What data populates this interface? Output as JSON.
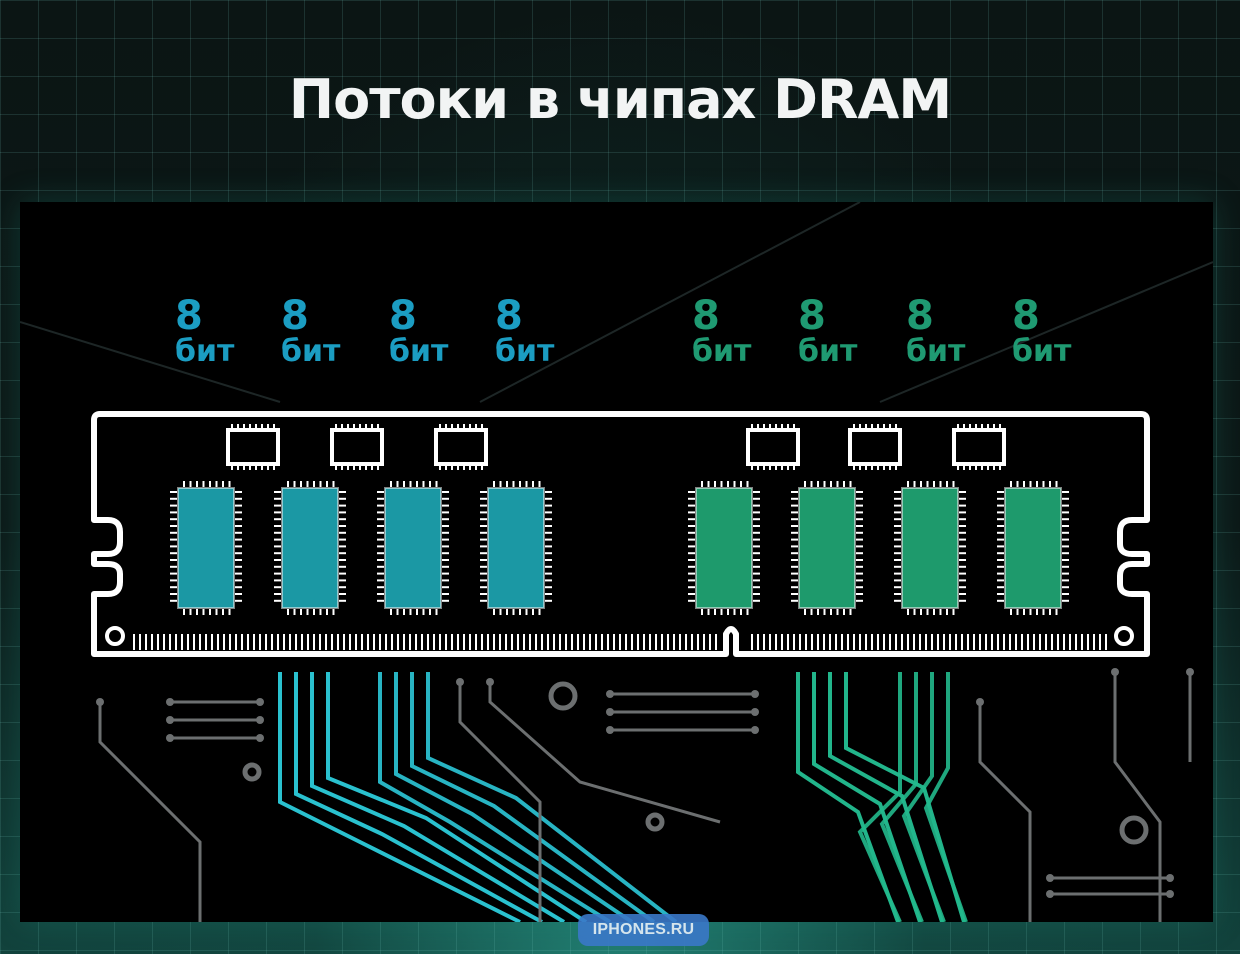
{
  "title": "Потоки в чипах DRAM",
  "left_group": {
    "color": "#1b9dc2",
    "chip_fill": "#1b98a4",
    "labels": [
      {
        "value": "8",
        "unit": "бит"
      },
      {
        "value": "8",
        "unit": "бит"
      },
      {
        "value": "8",
        "unit": "бит"
      },
      {
        "value": "8",
        "unit": "бит"
      }
    ]
  },
  "right_group": {
    "color": "#1f9a72",
    "chip_fill": "#1e9a6c",
    "labels": [
      {
        "value": "8",
        "unit": "бит"
      },
      {
        "value": "8",
        "unit": "бит"
      },
      {
        "value": "8",
        "unit": "бит"
      },
      {
        "value": "8",
        "unit": "бит"
      }
    ]
  },
  "watermark": "IPHONES.RU"
}
